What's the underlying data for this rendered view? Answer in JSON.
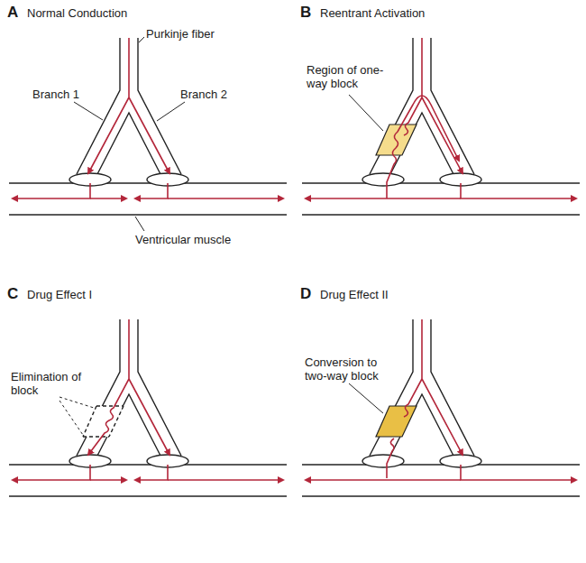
{
  "diagram": {
    "labels": [
      "A",
      "Normal Conduction",
      "Purkinje fiber",
      "Branch 1",
      "Branch 2",
      "Ventricular muscle",
      "B",
      "Reentrant Activation",
      "Region of one-way block",
      "C",
      "Drug Effect I",
      "Elimination of block",
      "D",
      "Drug Effect II",
      "Conversion to two-way block"
    ]
  }
}
